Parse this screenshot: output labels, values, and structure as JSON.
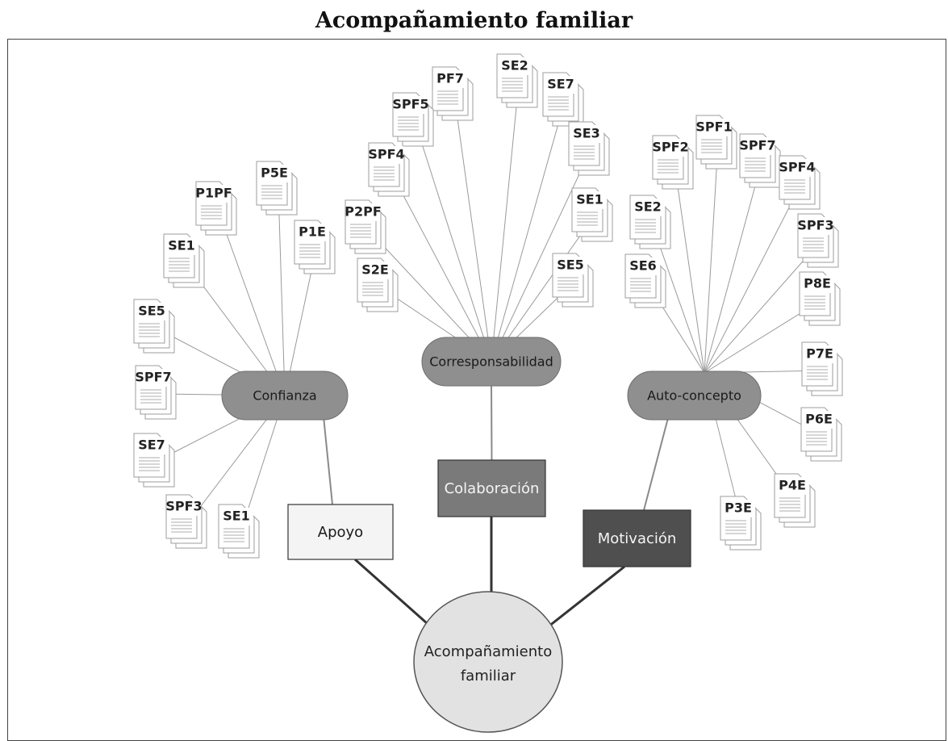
{
  "title": "Acompañamiento familiar",
  "root": {
    "line1": "Acompañamiento",
    "line2": "familiar"
  },
  "categories": [
    {
      "key": "apoyo",
      "label": "Apoyo",
      "fill": "#f4f4f4",
      "text_color": "#1a1a1a",
      "subcategory": "Confianza",
      "documents": [
        "P1PF",
        "P5E",
        "SE1",
        "P1E",
        "SE5",
        "SPF7",
        "SE7",
        "SPF3",
        "SE1"
      ]
    },
    {
      "key": "colaboracion",
      "label": "Colaboración",
      "fill": "#7a7a7a",
      "text_color": "#f5f5f5",
      "subcategory": "Corresponsabilidad",
      "documents": [
        "PF7",
        "SE2",
        "SPF5",
        "SE7",
        "SPF4",
        "SE3",
        "P2PF",
        "SE1",
        "S2E",
        "SE5"
      ]
    },
    {
      "key": "motivacion",
      "label": "Motivación",
      "fill": "#4f4f4f",
      "text_color": "#f5f5f5",
      "subcategory": "Auto-concepto",
      "documents": [
        "SPF1",
        "SPF2",
        "SPF7",
        "SPF4",
        "SE2",
        "SPF3",
        "SE6",
        "P8E",
        "P7E",
        "P6E",
        "P4E",
        "P3E"
      ]
    }
  ],
  "colors": {
    "connector": "#9a9a9a",
    "main_edge": "#333333",
    "subcategory_fill": "#8f8f8f",
    "root_fill": "#e2e2e2"
  }
}
